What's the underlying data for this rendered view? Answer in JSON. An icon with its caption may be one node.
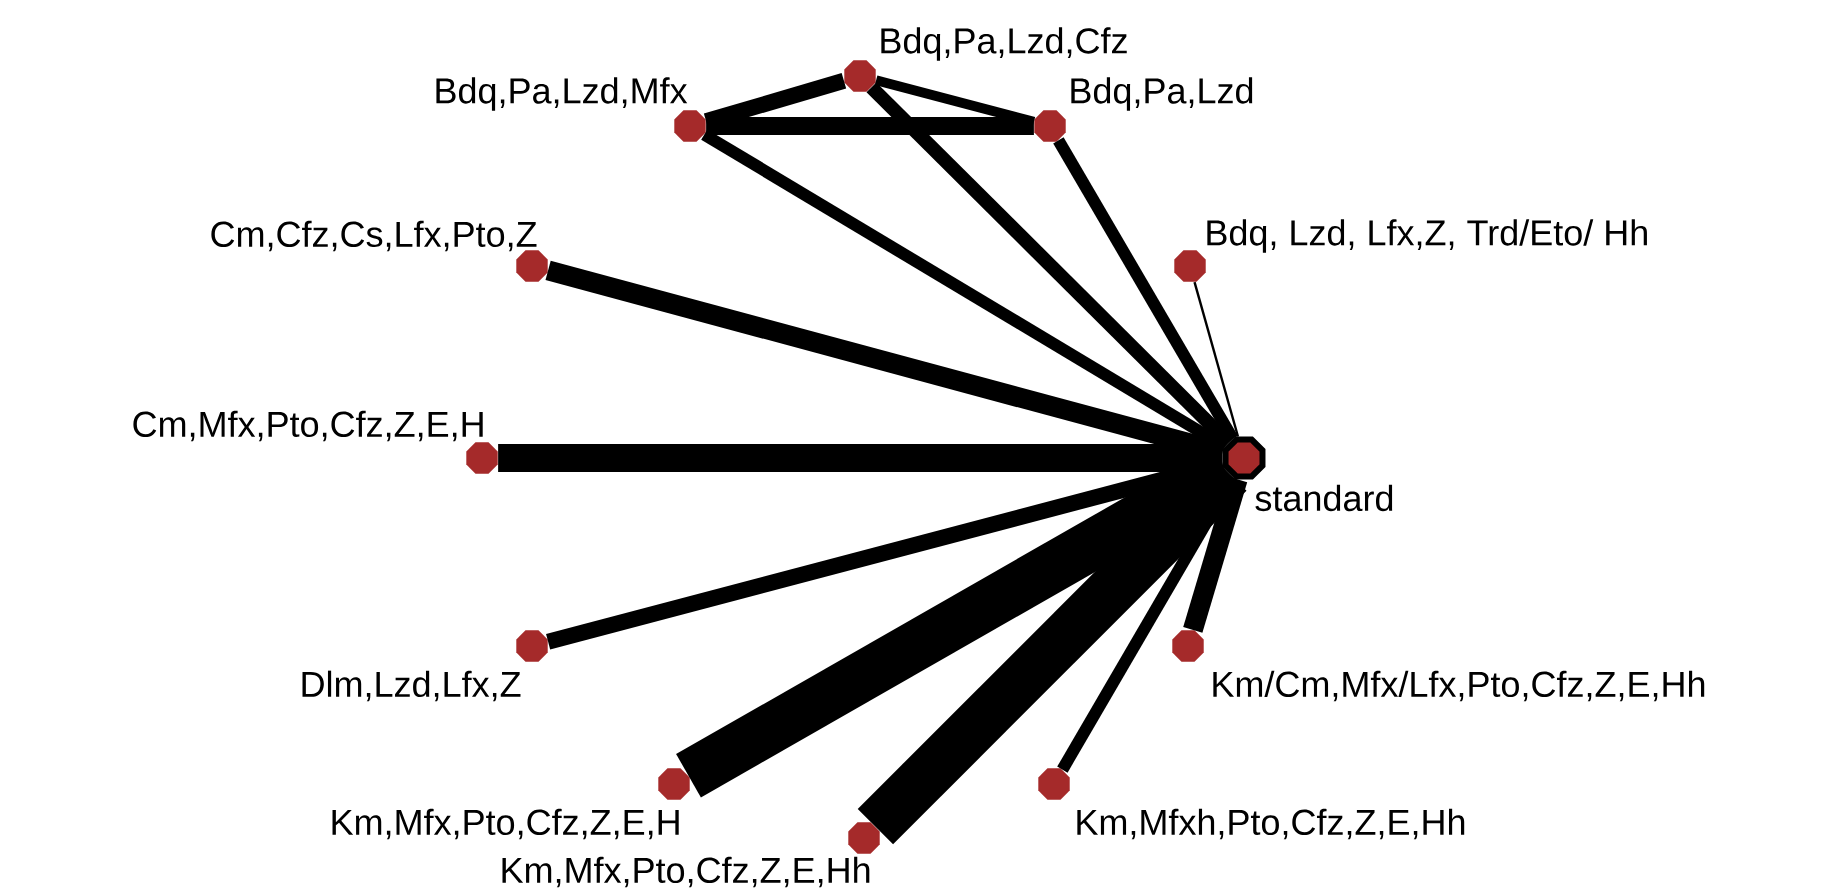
{
  "diagram": {
    "nodes": [
      {
        "text": [],
        "shape": "circle",
        "beside": [
          "Bdq,Pa,Lzd,Mfx"
        ]
      },
      {
        "text": [],
        "shape": "circle",
        "beside": [
          "Bdq,Pa,Lzd,Cfz"
        ]
      },
      {
        "text": [],
        "shape": "circle",
        "beside": [
          "Bdq,Pa,Lzd"
        ]
      },
      {
        "text": [],
        "shape": "circle",
        "beside": [
          "Bdq, Lzd, Lfx,Z, Trd/Eto/ Hh"
        ]
      },
      {
        "text": [],
        "shape": "circle",
        "beside": [
          "Cm,Cfz,Cs,Lfx,Pto,Z"
        ]
      },
      {
        "text": [],
        "shape": "circle",
        "beside": [
          "Cm,Mfx,Pto,Cfz,Z,E,H"
        ]
      },
      {
        "text": [],
        "shape": "circle",
        "beside": [
          "standard"
        ]
      },
      {
        "text": [],
        "shape": "circle",
        "beside": [
          "Dlm,Lzd,Lfx,Z"
        ]
      },
      {
        "text": [],
        "shape": "circle",
        "beside": [
          "Km/Cm,Mfx/Lfx,Pto,Cfz,Z,E,Hh"
        ]
      },
      {
        "text": [],
        "shape": "circle",
        "beside": [
          "Km,Mfx,Pto,Cfz,Z,E,H"
        ]
      },
      {
        "text": [],
        "shape": "circle",
        "beside": [
          "Km,Mfx,Pto,Cfz,Z,E,Hh"
        ]
      },
      {
        "text": [],
        "shape": "circle",
        "beside": [
          "Km,Mfxh,Pto,Cfz,Z,E,Hh"
        ]
      }
    ],
    "edges": [
      {
        "from": 0,
        "to": 1,
        "arrow": "none"
      },
      {
        "from": 0,
        "to": 2,
        "arrow": "none"
      },
      {
        "from": 1,
        "to": 2,
        "arrow": "none"
      },
      {
        "from": 0,
        "to": 6,
        "arrow": "none"
      },
      {
        "from": 1,
        "to": 6,
        "arrow": "none"
      },
      {
        "from": 2,
        "to": 6,
        "arrow": "none"
      },
      {
        "from": 3,
        "to": 6,
        "arrow": "none"
      },
      {
        "from": 4,
        "to": 6,
        "arrow": "none"
      },
      {
        "from": 5,
        "to": 6,
        "arrow": "none"
      },
      {
        "from": 7,
        "to": 6,
        "arrow": "none"
      },
      {
        "from": 8,
        "to": 6,
        "arrow": "none"
      },
      {
        "from": 9,
        "to": 6,
        "arrow": "none",
        "style": "thick"
      },
      {
        "from": 10,
        "to": 6,
        "arrow": "none",
        "style": "thick"
      },
      {
        "from": 11,
        "to": 6,
        "arrow": "none"
      }
    ]
  }
}
